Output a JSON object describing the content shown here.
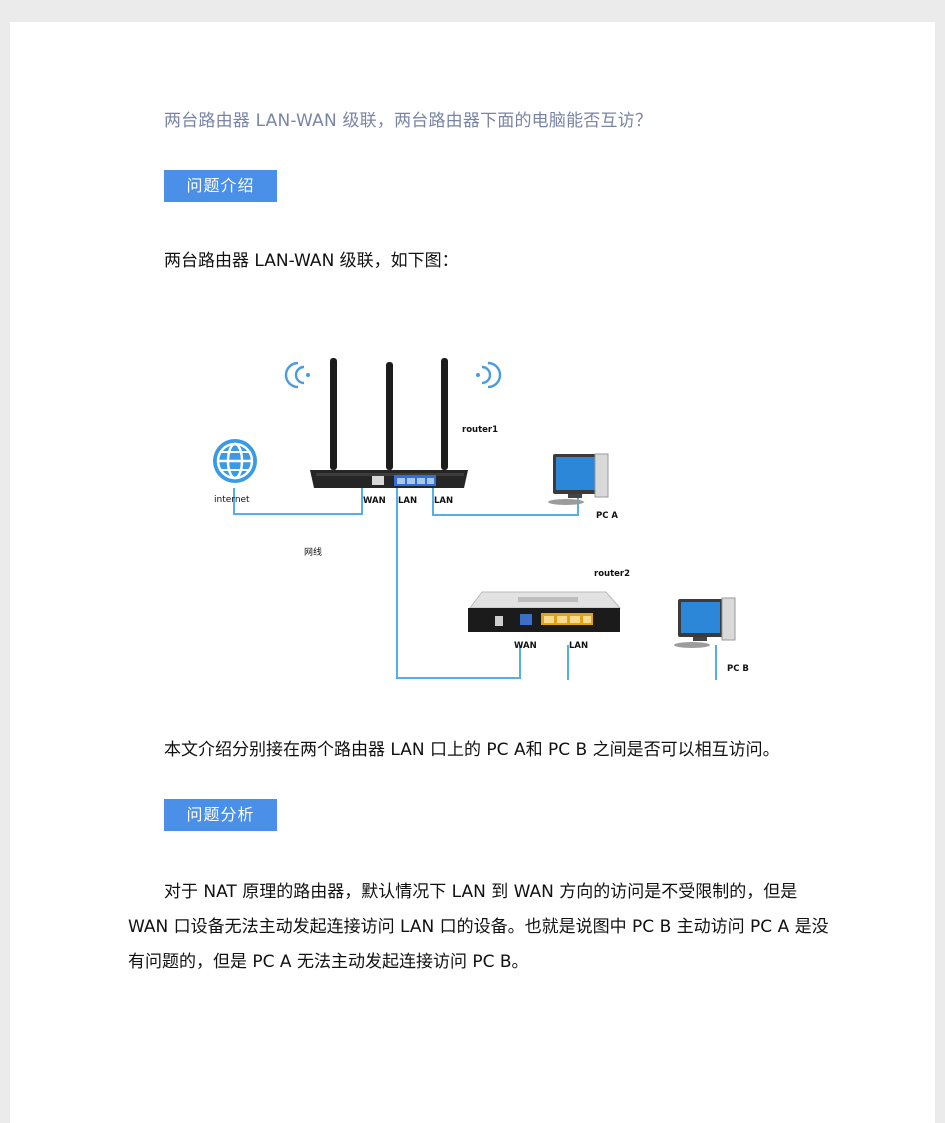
{
  "heading": "两台路由器 LAN-WAN 级联，两台路由器下面的电脑能否互访？",
  "section1": {
    "tag": "问题介绍"
  },
  "intro": "两台路由器 LAN-WAN 级联，如下图：",
  "diagram": {
    "internet_label": "internet",
    "cable_label": "网线",
    "router1_label": "router1",
    "router1_wan": "WAN",
    "router1_lan1": "LAN",
    "router1_lan2": "LAN",
    "pca_label": "PC A",
    "router2_label": "router2",
    "router2_wan": "WAN",
    "router2_lan": "LAN",
    "pcb_label": "PC B",
    "line_color": "#55aee8"
  },
  "summary": "本文介绍分别接在两个路由器 LAN 口上的 PC A和 PC B 之间是否可以相互访问。",
  "section2": {
    "tag": "问题分析"
  },
  "analysis": "对于 NAT 原理的路由器，默认情况下 LAN 到 WAN 方向的访问是不受限制的，但是 WAN 口设备无法主动发起连接访问 LAN 口的设备。也就是说图中 PC B 主动访问 PC A 是没有问题的，但是 PC A 无法主动发起连接访问 PC B。"
}
